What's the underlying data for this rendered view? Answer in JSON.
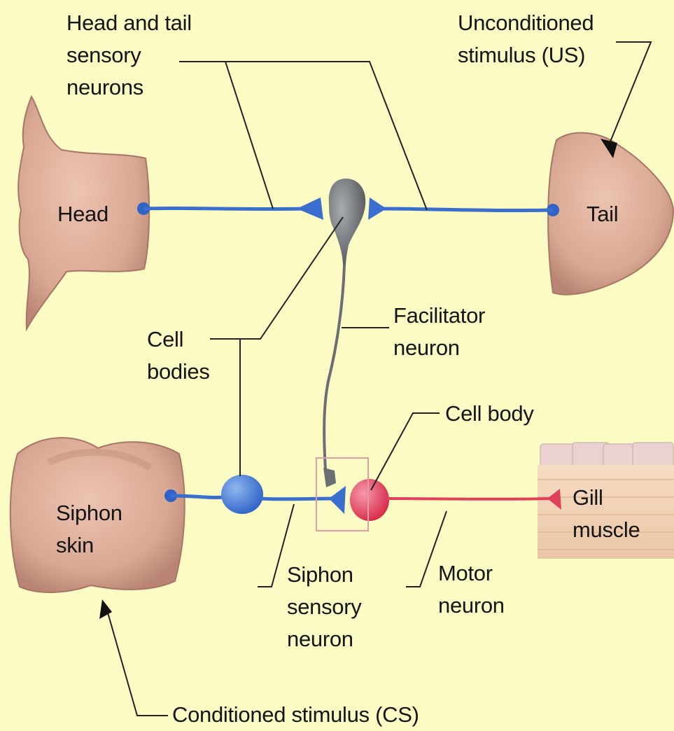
{
  "labels": {
    "head_tail_sensory": [
      "Head and tail",
      "sensory",
      "neurons"
    ],
    "unconditioned_stimulus": [
      "Unconditioned",
      "stimulus (US)"
    ],
    "head": "Head",
    "tail": "Tail",
    "cell_bodies": [
      "Cell",
      "bodies"
    ],
    "facilitator_neuron": [
      "Facilitator",
      "neuron"
    ],
    "cell_body": "Cell body",
    "siphon_skin": [
      "Siphon",
      "skin"
    ],
    "gill_muscle": [
      "Gill",
      "muscle"
    ],
    "siphon_sensory_neuron": [
      "Siphon",
      "sensory",
      "neuron"
    ],
    "motor_neuron": [
      "Motor",
      "neuron"
    ],
    "conditioned_stimulus": "Conditioned stimulus (CS)"
  },
  "colors": {
    "background": "#fdfbc4",
    "tissue": "#d9a893",
    "tissue_dark": "#b98473",
    "sensory_neuron": "#3a6fd0",
    "facilitator_neuron": "#6b6e72",
    "motor_neuron": "#e0405a",
    "muscle": "#f3d5ba",
    "highlight_box": "#e79aa8"
  }
}
